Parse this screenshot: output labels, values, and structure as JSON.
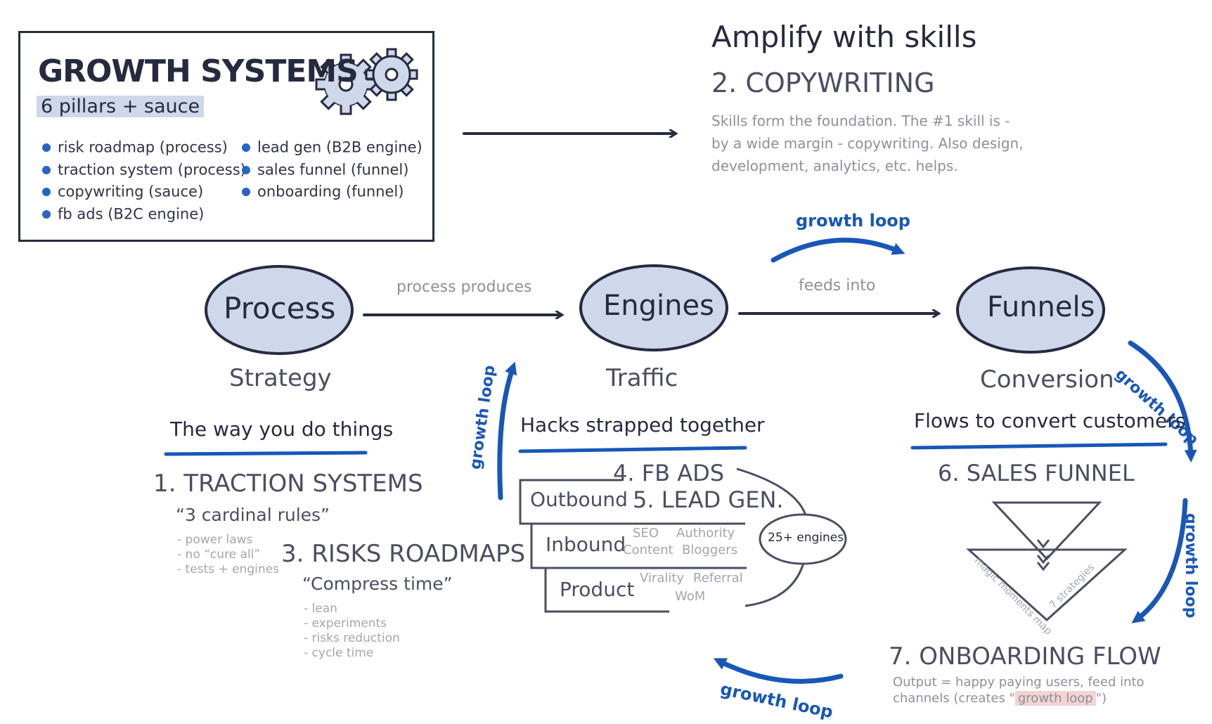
{
  "header_box": {
    "title": "GROWTH SYSTEMS",
    "subtitle": "6 pillars + sauce",
    "left_items": [
      "risk roadmap (process)",
      "traction system (process)",
      "copywriting (sauce)",
      "fb ads (B2C engine)"
    ],
    "right_items": [
      "lead gen (B2B engine)",
      "sales funnel (funnel)",
      "onboarding (funnel)"
    ]
  },
  "skills": {
    "title": "Amplify with skills",
    "heading": "2. COPYWRITING",
    "lines": [
      "Skills form the foundation. The #1 skill is -",
      "by a wide margin - copywriting. Also design,",
      "development, analytics, etc. helps."
    ]
  },
  "nodes": {
    "process": {
      "label": "Process",
      "sub": "Strategy"
    },
    "engines": {
      "label": "Engines",
      "sub": "Traffic"
    },
    "funnels": {
      "label": "Funnels",
      "sub": "Conversion"
    }
  },
  "edges": {
    "process_produces": "process produces",
    "feeds_into": "feeds into"
  },
  "loops": {
    "top": "growth loop",
    "right_upper": "growth loop",
    "right_lower": "growth loop",
    "bottom": "growth loop",
    "left": "growth loop"
  },
  "process_col": {
    "tagline": "The way you do things",
    "traction": "1. TRACTION SYSTEMS",
    "traction_quote": "“3 cardinal rules”",
    "traction_items": [
      "- power laws",
      "- no “cure all”",
      "- tests + engines"
    ],
    "risks": "3. RISKS ROADMAPS",
    "risks_quote": "“Compress time”",
    "risks_items": [
      "- lean",
      "- experiments",
      "- risks reduction",
      "- cycle time"
    ]
  },
  "engines_col": {
    "tagline": "Hacks strapped together",
    "fb_ads": "4. FB ADS",
    "lead_gen": "5. LEAD GEN.",
    "outbound": "Outbound",
    "inbound": "Inbound",
    "inbound_tags": [
      "SEO",
      "Content",
      "Authority",
      "Bloggers"
    ],
    "product": "Product",
    "product_tags": [
      "Virality",
      "Referral",
      "WoM"
    ],
    "engines_count": "25+ engines"
  },
  "funnels_col": {
    "tagline": "Flows to convert customers",
    "sales_funnel": "6. SALES FUNNEL",
    "funnel_left": "magic moments map",
    "funnel_right": "7 strategies",
    "onboarding": "7. ONBOARDING FLOW",
    "output_line1": "Output = happy paying users, feed into",
    "output_line2_pre": "channels (creates \"",
    "output_highlight": "growth loop",
    "output_line2_post": "\")"
  },
  "colors": {
    "ink": "#262b40",
    "accent": "#1857b8",
    "node_fill": "#cfd8ea",
    "highlight_pink": "#f4d3d3"
  }
}
